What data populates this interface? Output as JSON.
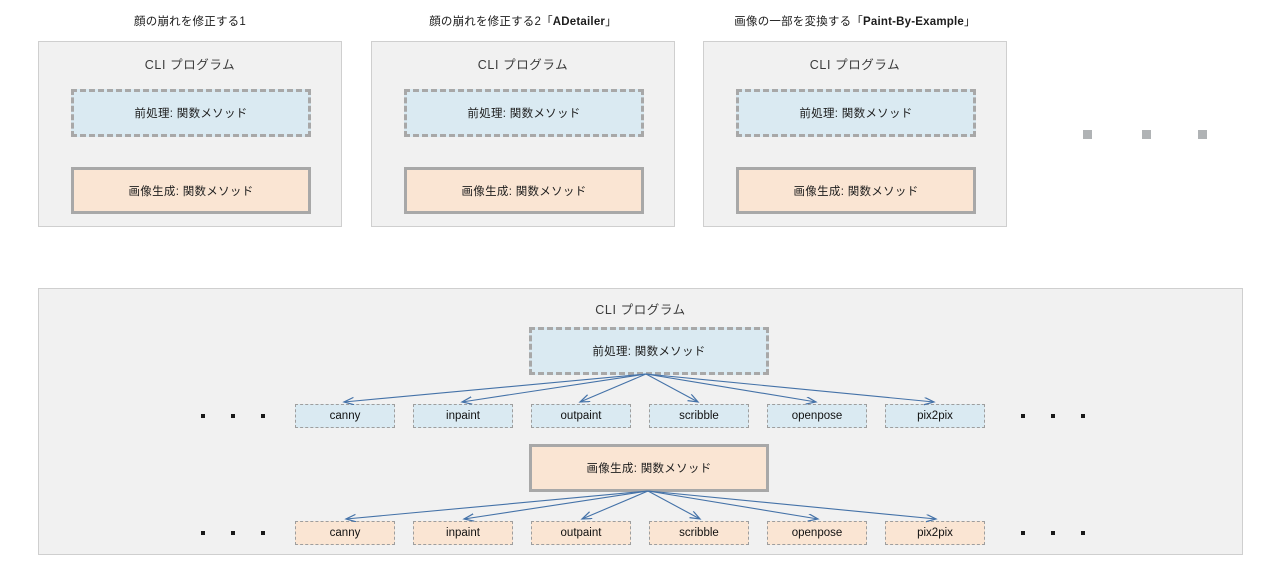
{
  "diagram": {
    "colors": {
      "panel_bg": "#f1f1f1",
      "panel_border": "#cfcfcf",
      "preprocess_fill": "#daeaf2",
      "generate_fill": "#fae5d3",
      "box_border": "#a8a8a8",
      "arrow": "#4472a8",
      "square": "#b0b3b5"
    },
    "labels": {
      "cli_program": "CLI プログラム",
      "preprocess": "前処理: 関数メソッド",
      "generate": "画像生成: 関数メソッド"
    },
    "top_panels": [
      {
        "caption_plain": "顔の崩れを修正する1",
        "caption_prefix": "顔の崩れを修正する1",
        "caption_bold": "",
        "caption_suffix": "",
        "title": "CLI プログラム",
        "preprocess": "前処理: 関数メソッド",
        "generate": "画像生成: 関数メソッド"
      },
      {
        "caption_plain": "顔の崩れを修正する2「ADetailer」",
        "caption_prefix": "顔の崩れを修正する2「",
        "caption_bold": "ADetailer",
        "caption_suffix": "」",
        "title": "CLI プログラム",
        "preprocess": "前処理: 関数メソッド",
        "generate": "画像生成: 関数メソッド"
      },
      {
        "caption_plain": "画像の一部を変換する「Paint-By-Example」",
        "caption_prefix": "画像の一部を変換する「",
        "caption_bold": "Paint-By-Example",
        "caption_suffix": "」",
        "title": "CLI プログラム",
        "preprocess": "前処理: 関数メソッド",
        "generate": "画像生成: 関数メソッド"
      }
    ],
    "top_right_squares": 3,
    "bottom_panel": {
      "title": "CLI プログラム",
      "preprocess": "前処理: 関数メソッド",
      "generate": "画像生成: 関数メソッド",
      "preprocess_nodes": [
        "canny",
        "inpaint",
        "outpaint",
        "scribble",
        "openpose",
        "pix2pix"
      ],
      "generate_nodes": [
        "canny",
        "inpaint",
        "outpaint",
        "scribble",
        "openpose",
        "pix2pix"
      ],
      "left_ellipsis_dots": 3,
      "right_ellipsis_dots": 3
    }
  }
}
